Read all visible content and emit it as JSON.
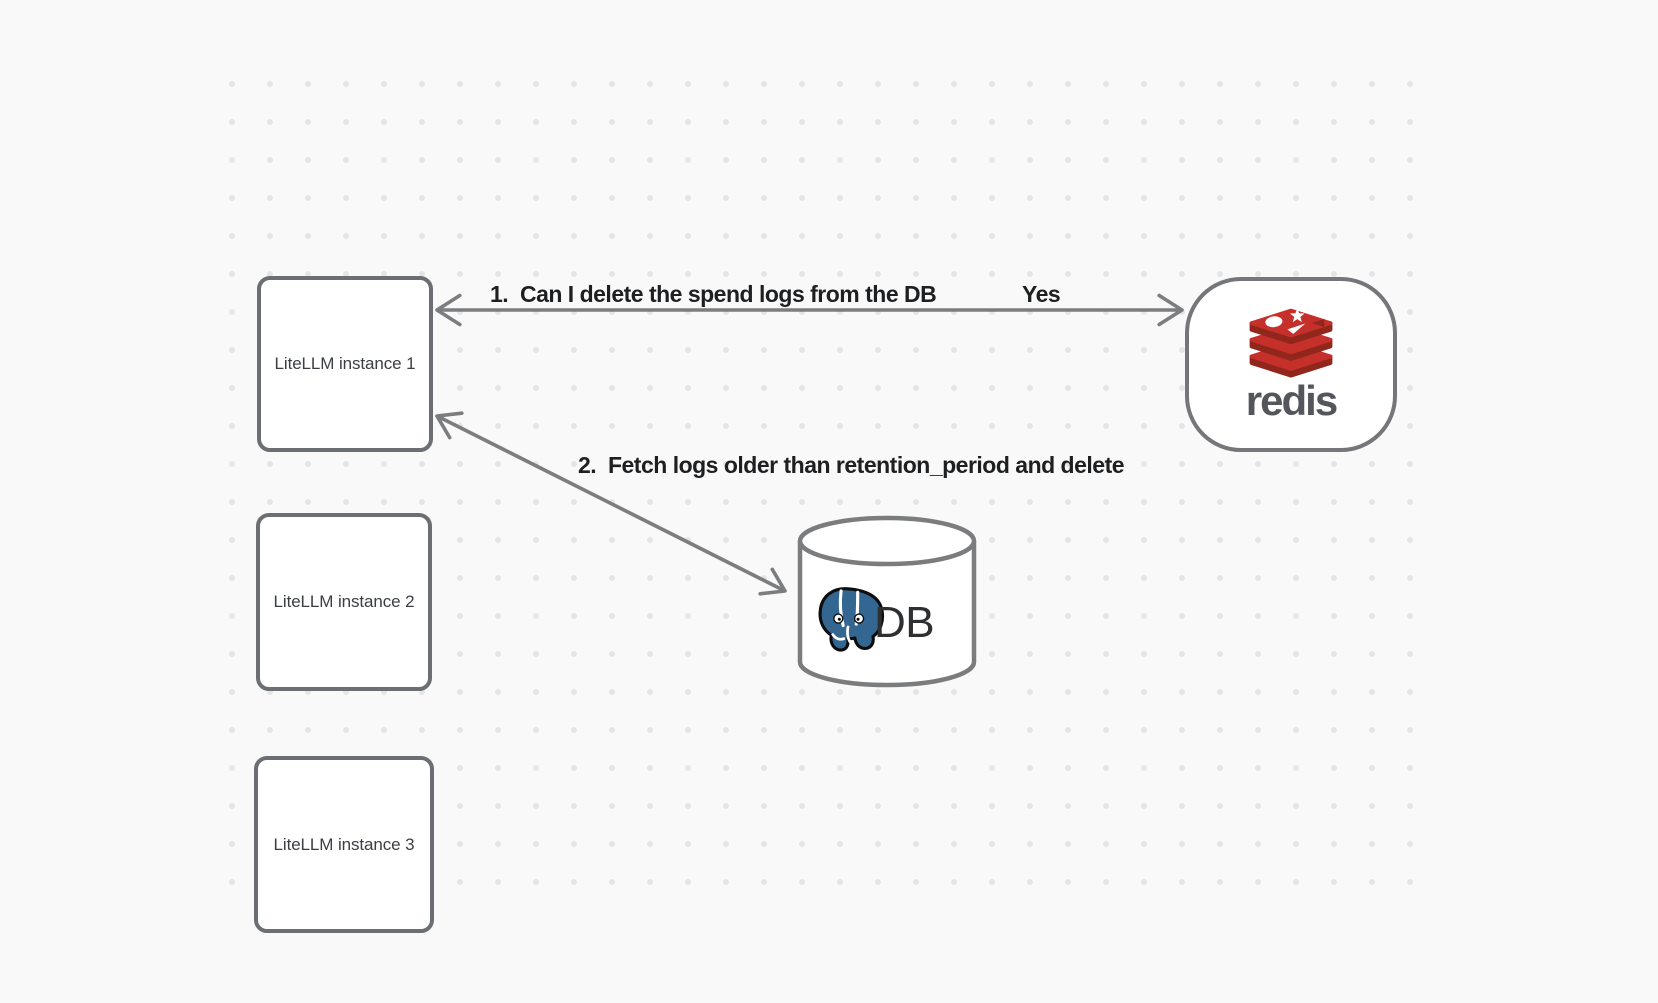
{
  "nodes": {
    "litellm_instances": [
      {
        "label": "LiteLLM instance 1"
      },
      {
        "label": "LiteLLM instance 2"
      },
      {
        "label": "LiteLLM instance 3"
      }
    ],
    "redis": {
      "label": "redis",
      "icon": "redis-stack-icon"
    },
    "db": {
      "label": "DB",
      "icon": "postgresql-elephant-icon",
      "shape": "database-cylinder"
    }
  },
  "edges": [
    {
      "from": "LiteLLM instance 1",
      "to": "redis",
      "style": "double-headed-arrow",
      "label": "1.  Can I delete the spend logs from the DB",
      "response_label": "Yes"
    },
    {
      "from": "LiteLLM instance 1",
      "to": "DB",
      "style": "double-headed-arrow",
      "label": "2.  Fetch logs older than retention_period and delete"
    }
  ],
  "colors": {
    "background": "#f9f9f9",
    "grid_dot": "#e4e5e6",
    "shape_stroke": "#6b6e72",
    "arrow_stroke": "#7c7d7f",
    "edge_label_text": "#1e1f21",
    "node_label_text": "#3b3e43",
    "redis_red": "#c6302b",
    "redis_red_dark": "#91261c",
    "redis_wordmark": "#53575c",
    "postgres_blue": "#336791"
  }
}
